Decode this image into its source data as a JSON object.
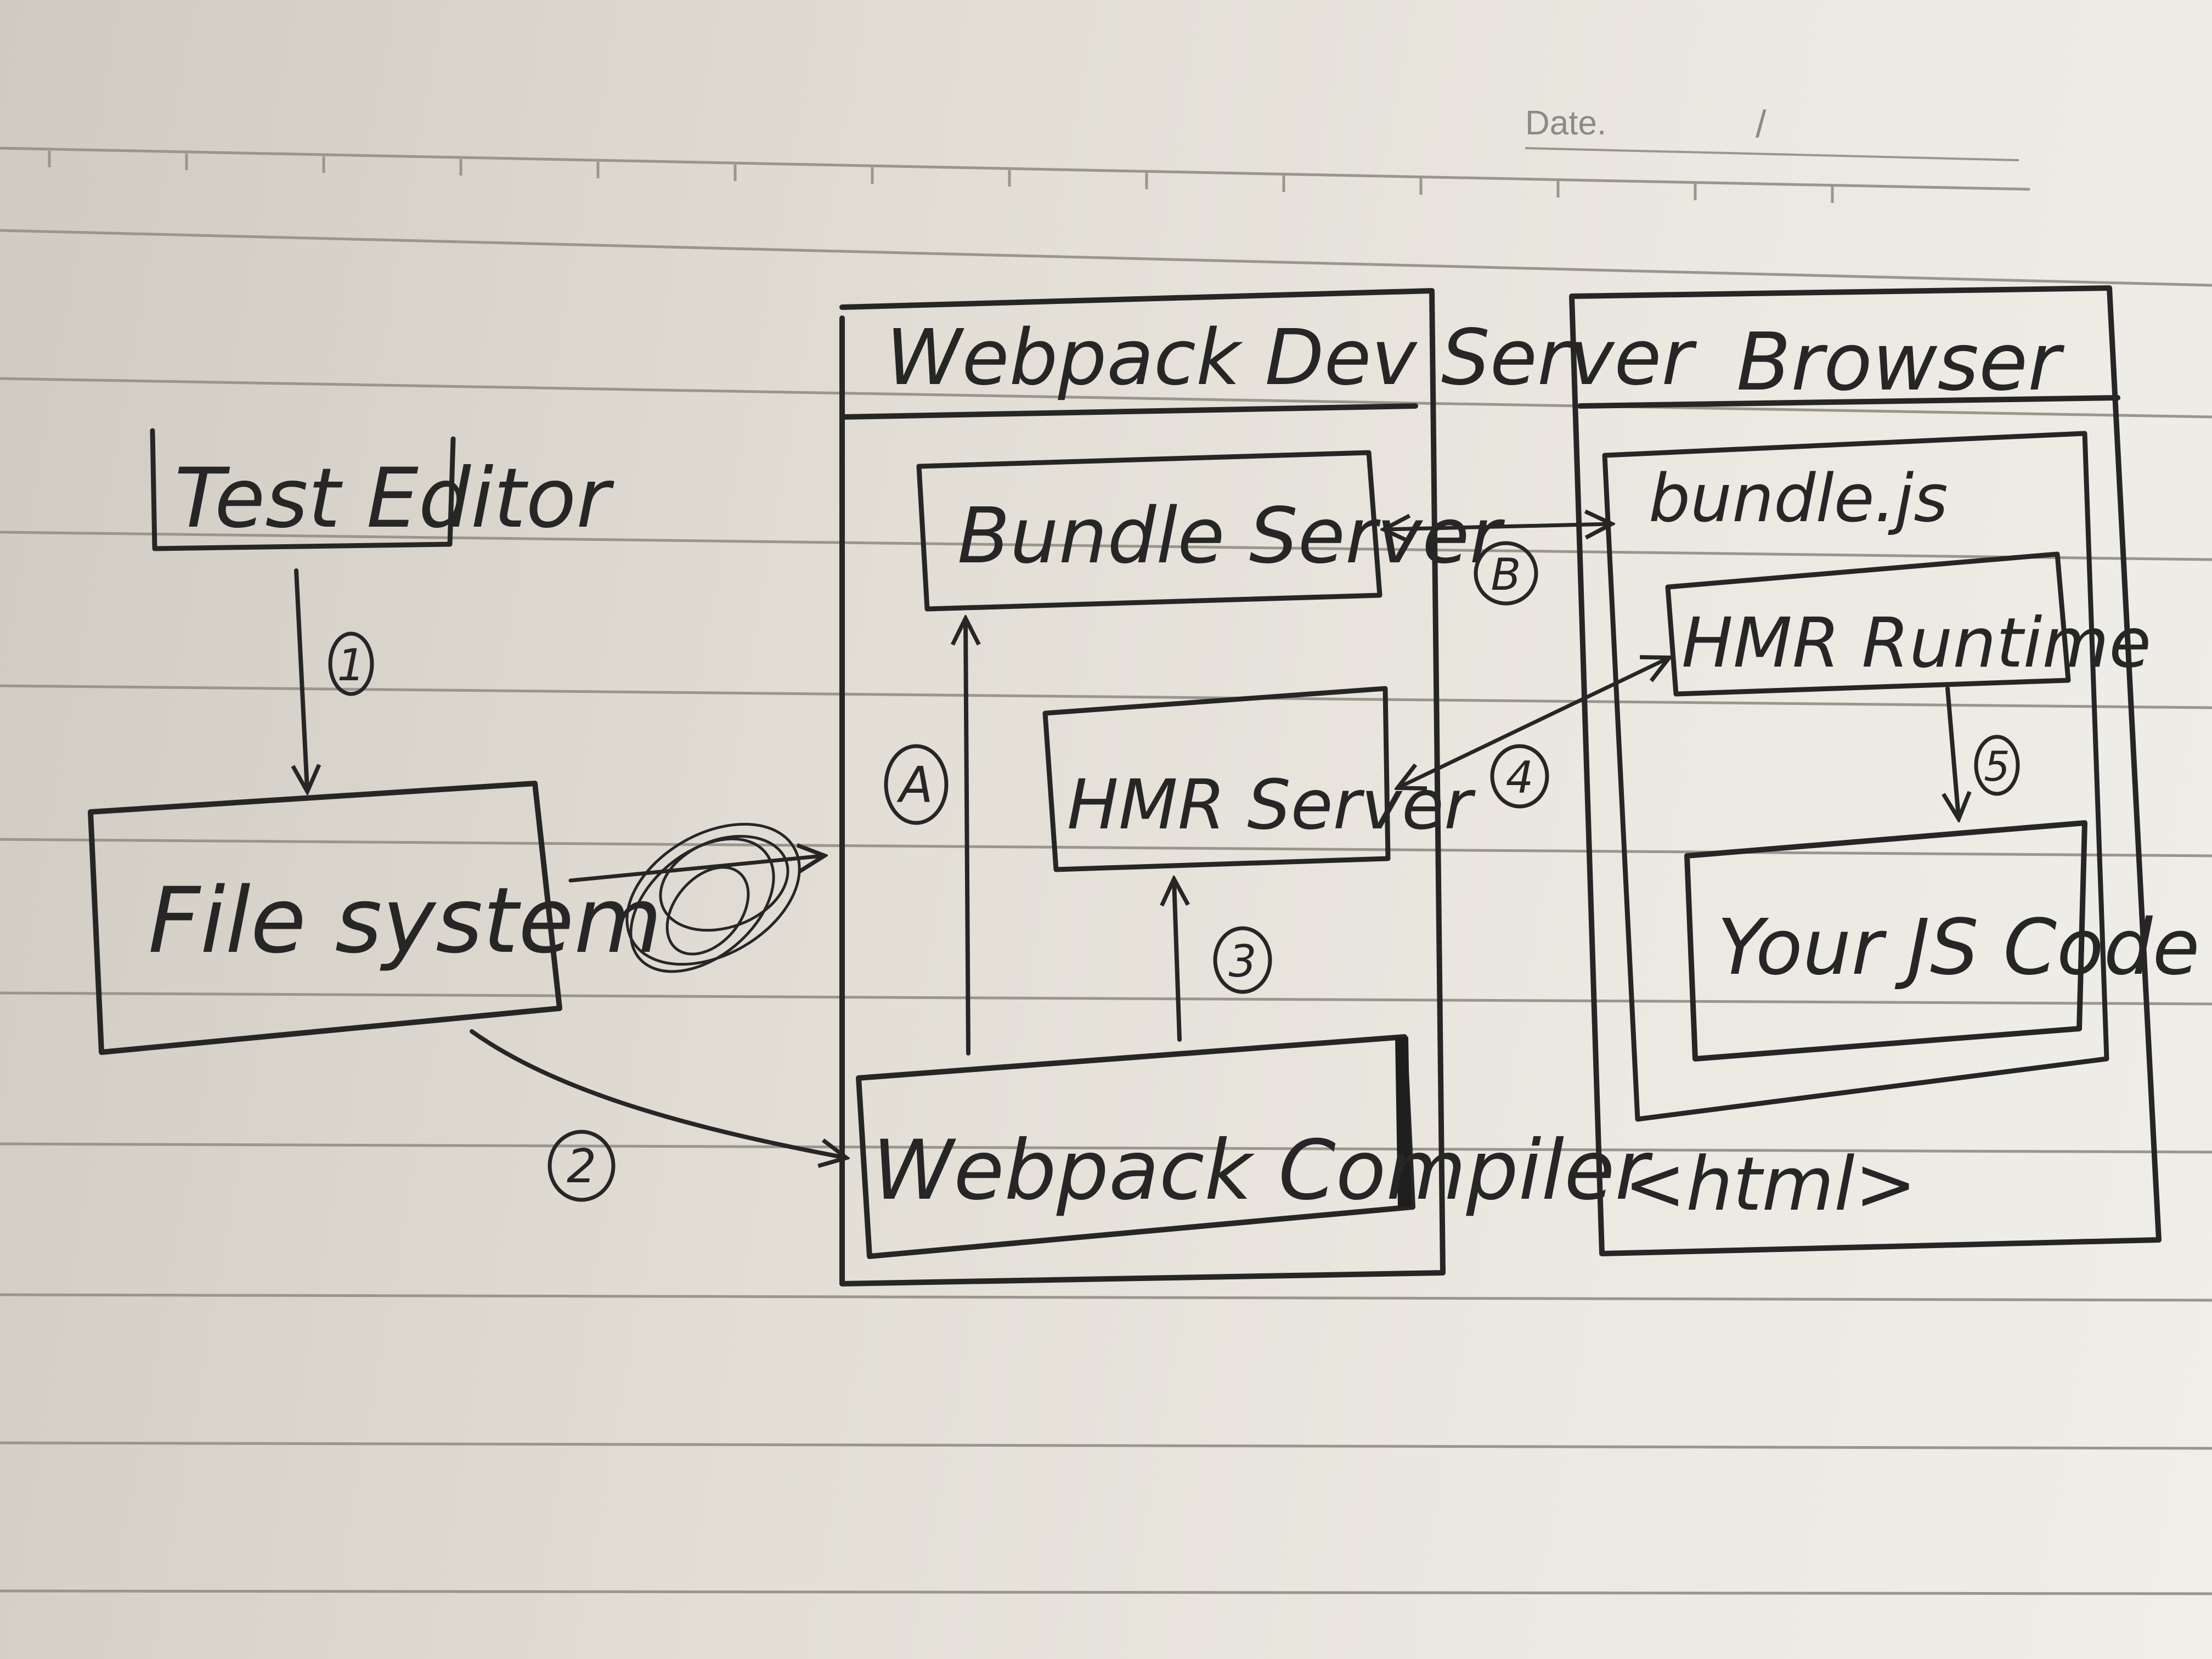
{
  "header": {
    "date_label": "Date.",
    "date_separator": "/"
  },
  "nodes": {
    "text_editor": "Test Editor",
    "file_system": "File system",
    "dev_server": "Webpack Dev Server",
    "bundle_server": "Bundle Server",
    "hmr_server": "HMR Server",
    "compiler": "Webpack Compiler",
    "browser": "Browser",
    "bundle_js": "bundle.js",
    "hmr_runtime": "HMR Runtime",
    "your_code": "Your JS Code",
    "html_tag": "<html>"
  },
  "steps": {
    "s1": "1",
    "s2": "2",
    "s3": "3",
    "s4": "4",
    "s5": "5",
    "sA": "A",
    "sB": "B"
  },
  "colors": {
    "ink": "#262626",
    "paper": "#ebe8e1",
    "rule": "#9a968e"
  }
}
